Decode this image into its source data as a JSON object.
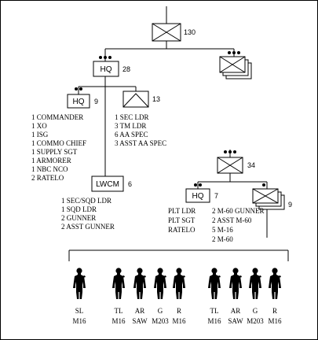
{
  "company": {
    "number": "130"
  },
  "hq_section": {
    "label": "HQ",
    "number": "28"
  },
  "company_hq": {
    "label": "HQ",
    "number": "9",
    "personnel": [
      "1 COMMANDER",
      "1 XO",
      "1 ISG",
      "1 COMMO CHIEF",
      "1 SUPPLY SGT",
      "1 ARMORER",
      "1 NBC NCO",
      "2 RATELO"
    ]
  },
  "air_defense_section": {
    "number": "13",
    "personnel": [
      "1 SEC LDR",
      "3 TM LDR",
      "6 AA SPEC",
      "3 ASST AA SPEC"
    ]
  },
  "lwcm": {
    "label": "LWCM",
    "number": "6",
    "personnel": [
      "1 SEC/SQD LDR",
      "1 SQD LDR",
      "2 GUNNER",
      "2 ASST GUNNER"
    ]
  },
  "platoon": {
    "number": "34"
  },
  "platoon_hq": {
    "label": "HQ",
    "number": "7",
    "personnel": [
      "PLT LDR",
      "PLT SGT",
      "RATELO"
    ]
  },
  "squads": {
    "number": "9",
    "weapons": [
      "2 M-60 GUNNER",
      "2 ASST M-60",
      "5 M-16",
      "2 M-60"
    ]
  },
  "soldiers": [
    {
      "role": "SL",
      "weapon": "M16"
    },
    {
      "role": "TL",
      "weapon": "M16"
    },
    {
      "role": "AR",
      "weapon": "SAW"
    },
    {
      "role": "G",
      "weapon": "M203"
    },
    {
      "role": "R",
      "weapon": "M16"
    },
    {
      "role": "TL",
      "weapon": "M16"
    },
    {
      "role": "AR",
      "weapon": "SAW"
    },
    {
      "role": "G",
      "weapon": "M203"
    },
    {
      "role": "R",
      "weapon": "M16"
    }
  ]
}
